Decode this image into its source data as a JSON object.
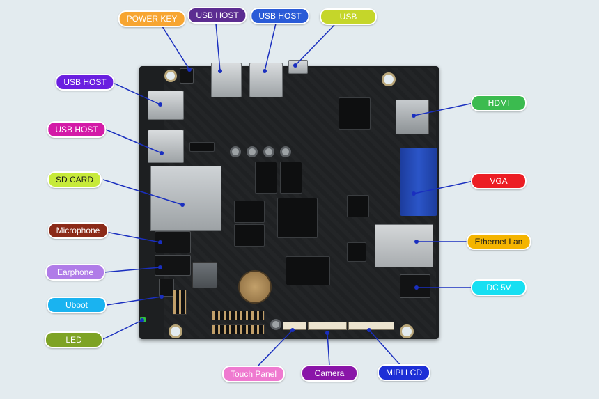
{
  "labels": {
    "power_key": "POWER KEY",
    "usb_host_top_left": "USB HOST",
    "usb_host_top_right": "USB HOST",
    "usb_top": "USB",
    "usb_host_left_1": "USB HOST",
    "usb_host_left_2": "USB HOST",
    "sd_card": "SD CARD",
    "microphone": "Microphone",
    "earphone": "Earphone",
    "uboot": "Uboot",
    "led": "LED",
    "touch_panel": "Touch Panel",
    "camera": "Camera",
    "mipi_lcd": "MIPI LCD",
    "hdmi": "HDMI",
    "vga": "VGA",
    "ethernet_lan": "Ethernet Lan",
    "dc_5v": "DC 5V"
  },
  "colors": {
    "power_key": "#f7a531",
    "usb_host_top_left": "#5c2d91",
    "usb_host_top_right": "#2a5bd7",
    "usb_top": "#c5d62a",
    "usb_host_left_1": "#6a1fe0",
    "usb_host_left_2": "#d31aa7",
    "sd_card": "#c7ea3a",
    "microphone": "#8b2a18",
    "earphone": "#b07ce8",
    "uboot": "#1ab3f0",
    "led": "#7ea325",
    "touch_panel": "#ef7ad0",
    "camera": "#8a15a8",
    "mipi_lcd": "#1d2fd6",
    "hdmi": "#3bbb4f",
    "vga": "#ec1e24",
    "ethernet_lan": "#f4b400",
    "dc_5v": "#16dff2",
    "leader_line": "#1a2fbf",
    "background": "#e3ebef"
  }
}
